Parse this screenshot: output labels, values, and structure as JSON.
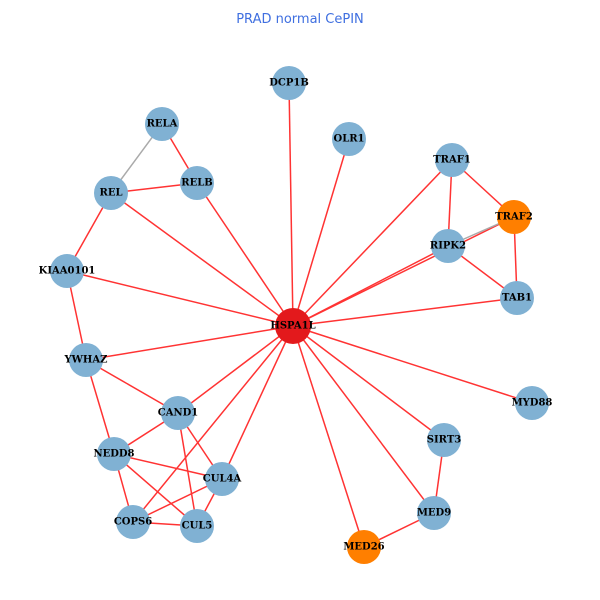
{
  "title": "PRAD normal CePIN",
  "colors": {
    "hub": "#e3191c",
    "default": "#80b1d3",
    "highlight": "#ff7f00",
    "edge": "#ff3333",
    "edge_weak": "#aaaaaa"
  },
  "nodes": [
    {
      "id": "HSPA1L",
      "group": "hub"
    },
    {
      "id": "DCP1B",
      "group": "default"
    },
    {
      "id": "OLR1",
      "group": "default"
    },
    {
      "id": "TRAF1",
      "group": "default"
    },
    {
      "id": "TRAF2",
      "group": "highlight"
    },
    {
      "id": "RIPK2",
      "group": "default"
    },
    {
      "id": "TAB1",
      "group": "default"
    },
    {
      "id": "MYD88",
      "group": "default"
    },
    {
      "id": "SIRT3",
      "group": "default"
    },
    {
      "id": "MED9",
      "group": "default"
    },
    {
      "id": "MED26",
      "group": "highlight"
    },
    {
      "id": "CUL4A",
      "group": "default"
    },
    {
      "id": "CUL5",
      "group": "default"
    },
    {
      "id": "COPS6",
      "group": "default"
    },
    {
      "id": "NEDD8",
      "group": "default"
    },
    {
      "id": "CAND1",
      "group": "default"
    },
    {
      "id": "YWHAZ",
      "group": "default"
    },
    {
      "id": "KIAA0101",
      "group": "default"
    },
    {
      "id": "REL",
      "group": "default"
    },
    {
      "id": "RELB",
      "group": "default"
    },
    {
      "id": "RELA",
      "group": "default"
    }
  ],
  "edges": [
    [
      "HSPA1L",
      "DCP1B",
      "edge"
    ],
    [
      "HSPA1L",
      "OLR1",
      "edge"
    ],
    [
      "HSPA1L",
      "TRAF1",
      "edge"
    ],
    [
      "HSPA1L",
      "RIPK2",
      "edge"
    ],
    [
      "HSPA1L",
      "TRAF2",
      "edge"
    ],
    [
      "HSPA1L",
      "TAB1",
      "edge"
    ],
    [
      "HSPA1L",
      "MYD88",
      "edge"
    ],
    [
      "HSPA1L",
      "SIRT3",
      "edge"
    ],
    [
      "HSPA1L",
      "MED9",
      "edge"
    ],
    [
      "HSPA1L",
      "MED26",
      "edge"
    ],
    [
      "HSPA1L",
      "CUL4A",
      "edge"
    ],
    [
      "HSPA1L",
      "COPS6",
      "edge"
    ],
    [
      "HSPA1L",
      "CAND1",
      "edge"
    ],
    [
      "HSPA1L",
      "YWHAZ",
      "edge"
    ],
    [
      "HSPA1L",
      "KIAA0101",
      "edge"
    ],
    [
      "HSPA1L",
      "REL",
      "edge"
    ],
    [
      "HSPA1L",
      "RELB",
      "edge"
    ],
    [
      "RELA",
      "REL",
      "edge_weak"
    ],
    [
      "RELA",
      "RELB",
      "edge"
    ],
    [
      "REL",
      "RELB",
      "edge"
    ],
    [
      "REL",
      "KIAA0101",
      "edge"
    ],
    [
      "KIAA0101",
      "YWHAZ",
      "edge"
    ],
    [
      "YWHAZ",
      "CAND1",
      "edge"
    ],
    [
      "YWHAZ",
      "NEDD8",
      "edge"
    ],
    [
      "CAND1",
      "NEDD8",
      "edge"
    ],
    [
      "CAND1",
      "CUL4A",
      "edge"
    ],
    [
      "CAND1",
      "CUL5",
      "edge"
    ],
    [
      "NEDD8",
      "CUL4A",
      "edge"
    ],
    [
      "NEDD8",
      "CUL5",
      "edge"
    ],
    [
      "NEDD8",
      "COPS6",
      "edge"
    ],
    [
      "COPS6",
      "CUL4A",
      "edge"
    ],
    [
      "COPS6",
      "CUL5",
      "edge"
    ],
    [
      "CUL5",
      "CUL4A",
      "edge"
    ],
    [
      "TRAF1",
      "TRAF2",
      "edge"
    ],
    [
      "TRAF1",
      "RIPK2",
      "edge"
    ],
    [
      "RIPK2",
      "TRAF2",
      "edge_weak"
    ],
    [
      "RIPK2",
      "TAB1",
      "edge"
    ],
    [
      "TRAF2",
      "TAB1",
      "edge"
    ],
    [
      "SIRT3",
      "MED9",
      "edge"
    ],
    [
      "MED9",
      "MED26",
      "edge"
    ]
  ]
}
